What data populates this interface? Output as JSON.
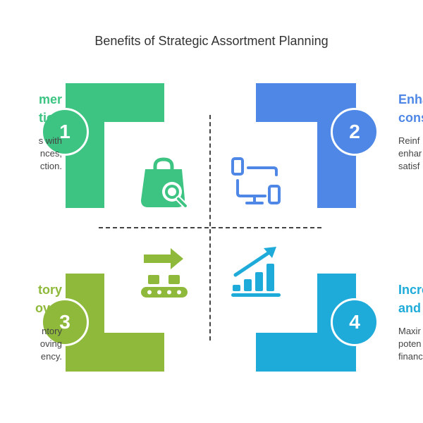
{
  "title": "Benefits of Strategic Assortment Planning",
  "colors": {
    "green": "#3DC482",
    "blue": "#4F87E6",
    "lime": "#8FB93B",
    "cyan": "#1FABD9"
  },
  "items": [
    {
      "number": "1",
      "heading": [
        "mer",
        "tion"
      ],
      "desc": [
        "s with",
        "nces,",
        "ction."
      ],
      "icon": "shopping-bag-search-icon"
    },
    {
      "number": "2",
      "heading": [
        "Enha",
        "cons"
      ],
      "desc": [
        "Reinf",
        "enhar",
        "satisf"
      ],
      "icon": "devices-icon"
    },
    {
      "number": "3",
      "heading": [
        "tory",
        "over"
      ],
      "desc": [
        "ntory",
        "oving",
        "ency."
      ],
      "icon": "conveyor-arrow-icon"
    },
    {
      "number": "4",
      "heading": [
        "Incre",
        "and"
      ],
      "desc": [
        "Maxir",
        "poten",
        "financ"
      ],
      "icon": "growth-chart-icon"
    }
  ]
}
